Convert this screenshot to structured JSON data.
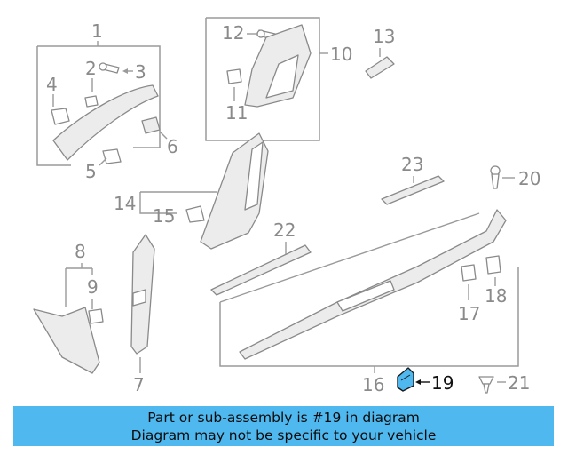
{
  "diagram": {
    "callouts": [
      "1",
      "2",
      "3",
      "4",
      "5",
      "6",
      "7",
      "8",
      "9",
      "10",
      "11",
      "12",
      "13",
      "14",
      "15",
      "16",
      "17",
      "18",
      "19",
      "20",
      "21",
      "22",
      "23"
    ],
    "highlighted_callout": "19",
    "highlight_color": "#4fb8ef"
  },
  "banner": {
    "line1": "Part or sub-assembly is #19 in diagram",
    "line2": "Diagram may not be specific to your vehicle",
    "background": "#4fb8ef"
  }
}
